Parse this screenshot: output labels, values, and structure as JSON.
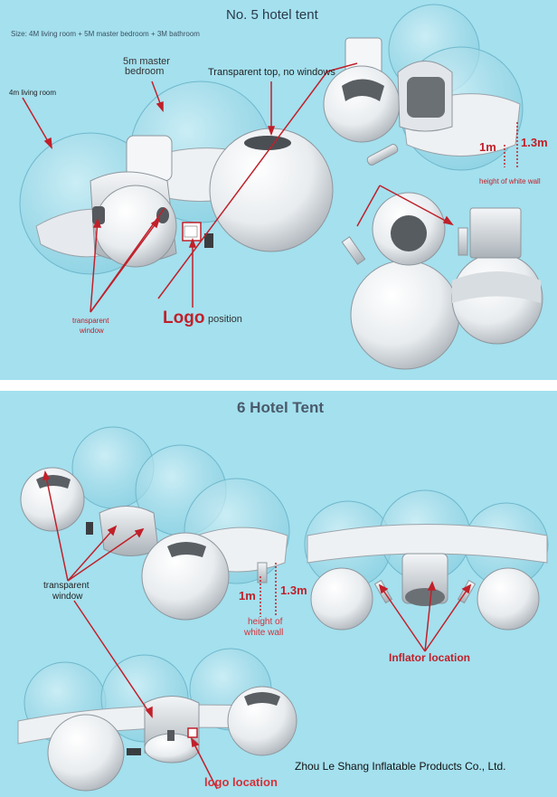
{
  "top_panel": {
    "title": "No. 5 hotel tent",
    "size_note": "Size: 4M living room + 5M master bedroom + 3M bathroom",
    "labels": {
      "living_room": "4m living room",
      "master_bedroom_line1": "5m master",
      "master_bedroom_line2": "bedroom",
      "transparent_top": "Transparent top, no windows",
      "transparent_window_line1": "transparent",
      "transparent_window_line2": "window",
      "logo_big": "Logo",
      "logo_position": "position",
      "height_1m": "1m",
      "height_13m": "1.3m",
      "height_white_wall": "height of white wall"
    }
  },
  "bottom_panel": {
    "title": "6 Hotel Tent",
    "labels": {
      "transparent_window_line1": "transparent",
      "transparent_window_line2": "window",
      "height_1m": "1m",
      "height_13m": "1.3m",
      "height_white_wall_line1": "height of",
      "height_white_wall_line2": "white wall",
      "inflator_location": "Inflator location",
      "logo_location": "logo location",
      "company": "Zhou Le Shang Inflatable Products Co., Ltd."
    }
  },
  "colors": {
    "background": "#a4e0ee",
    "annotation_red": "#c0202a",
    "title_dark": "#2a3a4a"
  }
}
